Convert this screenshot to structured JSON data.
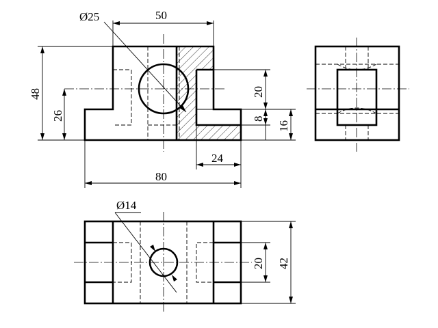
{
  "dimensions": {
    "front_hole_diameter": "Ø25",
    "top_width": "50",
    "overall_height": "48",
    "hole_center_height": "26",
    "slot_height": "20",
    "step_height": "8",
    "lower_block_height": "16",
    "lower_offset": "24",
    "overall_length": "80",
    "top_hole_diameter": "Ø14",
    "top_slot_width": "20",
    "overall_depth": "42"
  }
}
